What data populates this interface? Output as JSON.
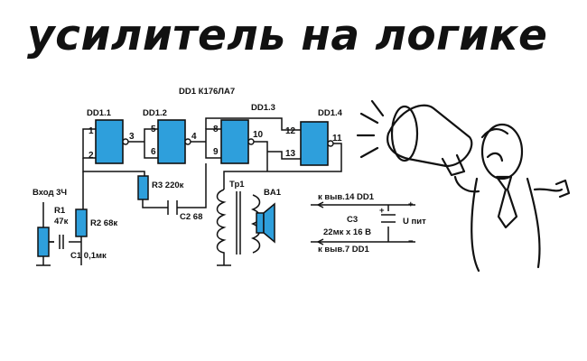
{
  "title": "усилитель на логике",
  "chip": "DD1 К176ЛА7",
  "gates": {
    "dd1_1": "DD1.1",
    "dd1_2": "DD1.2",
    "dd1_3": "DD1.3",
    "dd1_4": "DD1.4"
  },
  "pins": {
    "p1": "1",
    "p2": "2",
    "p3": "3",
    "p4": "4",
    "p5": "5",
    "p6": "6",
    "p8": "8",
    "p9": "9",
    "p10": "10",
    "p11": "11",
    "p12": "12",
    "p13": "13"
  },
  "components": {
    "input": "Вход 3Ч",
    "r1": "R1",
    "r1_value": "47к",
    "r2": "R2 68к",
    "r3": "R3 220к",
    "c1": "C1 0,1мк",
    "c2": "C2 68",
    "tr1": "Тр1",
    "ba1": "BA1",
    "c3": "C3",
    "c3_value": "22мк x 16 В",
    "pin14": "к выв.14 DD1",
    "pin7": "к выв.7 DD1",
    "plus": "+",
    "minus": "−",
    "supply": "U пит",
    "cap_plus": "+"
  },
  "colors": {
    "component_fill": "#2e9fdc",
    "ink": "#111111",
    "background": "#ffffff"
  }
}
